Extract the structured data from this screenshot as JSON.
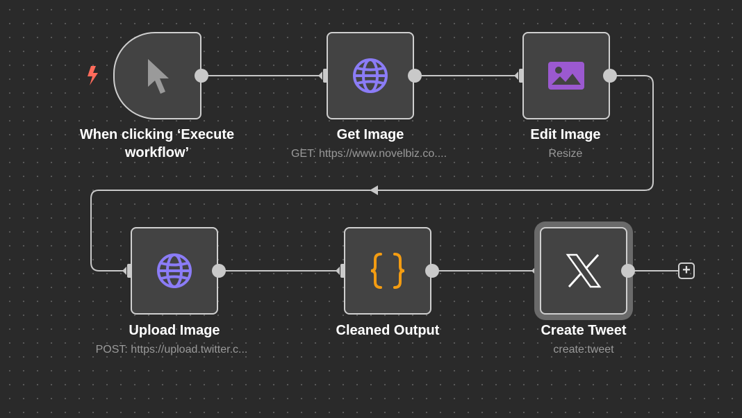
{
  "canvas": {
    "background": "#2a2a2a"
  },
  "nodes": [
    {
      "id": "trigger",
      "title": "When clicking ‘Execute workflow’",
      "subtitle": "",
      "icon": "cursor-icon"
    },
    {
      "id": "get-image",
      "title": "Get Image",
      "subtitle": "GET: https://www.novelbiz.co....",
      "icon": "globe-icon"
    },
    {
      "id": "edit-image",
      "title": "Edit Image",
      "subtitle": "Resize",
      "icon": "image-icon"
    },
    {
      "id": "upload-image",
      "title": "Upload Image",
      "subtitle": "POST: https://upload.twitter.c...",
      "icon": "globe-icon"
    },
    {
      "id": "cleaned-output",
      "title": "Cleaned Output",
      "subtitle": "",
      "icon": "braces-icon"
    },
    {
      "id": "create-tweet",
      "title": "Create Tweet",
      "subtitle": "create:tweet",
      "icon": "x-logo-icon"
    }
  ],
  "add_node_label": "+",
  "colors": {
    "globe": "#8b7cf6",
    "image": "#9b59d0",
    "braces": "#f39c12",
    "trigger_bolt": "#ff6b5b",
    "node_border": "#cfcfcf",
    "node_fill": "#434343"
  }
}
